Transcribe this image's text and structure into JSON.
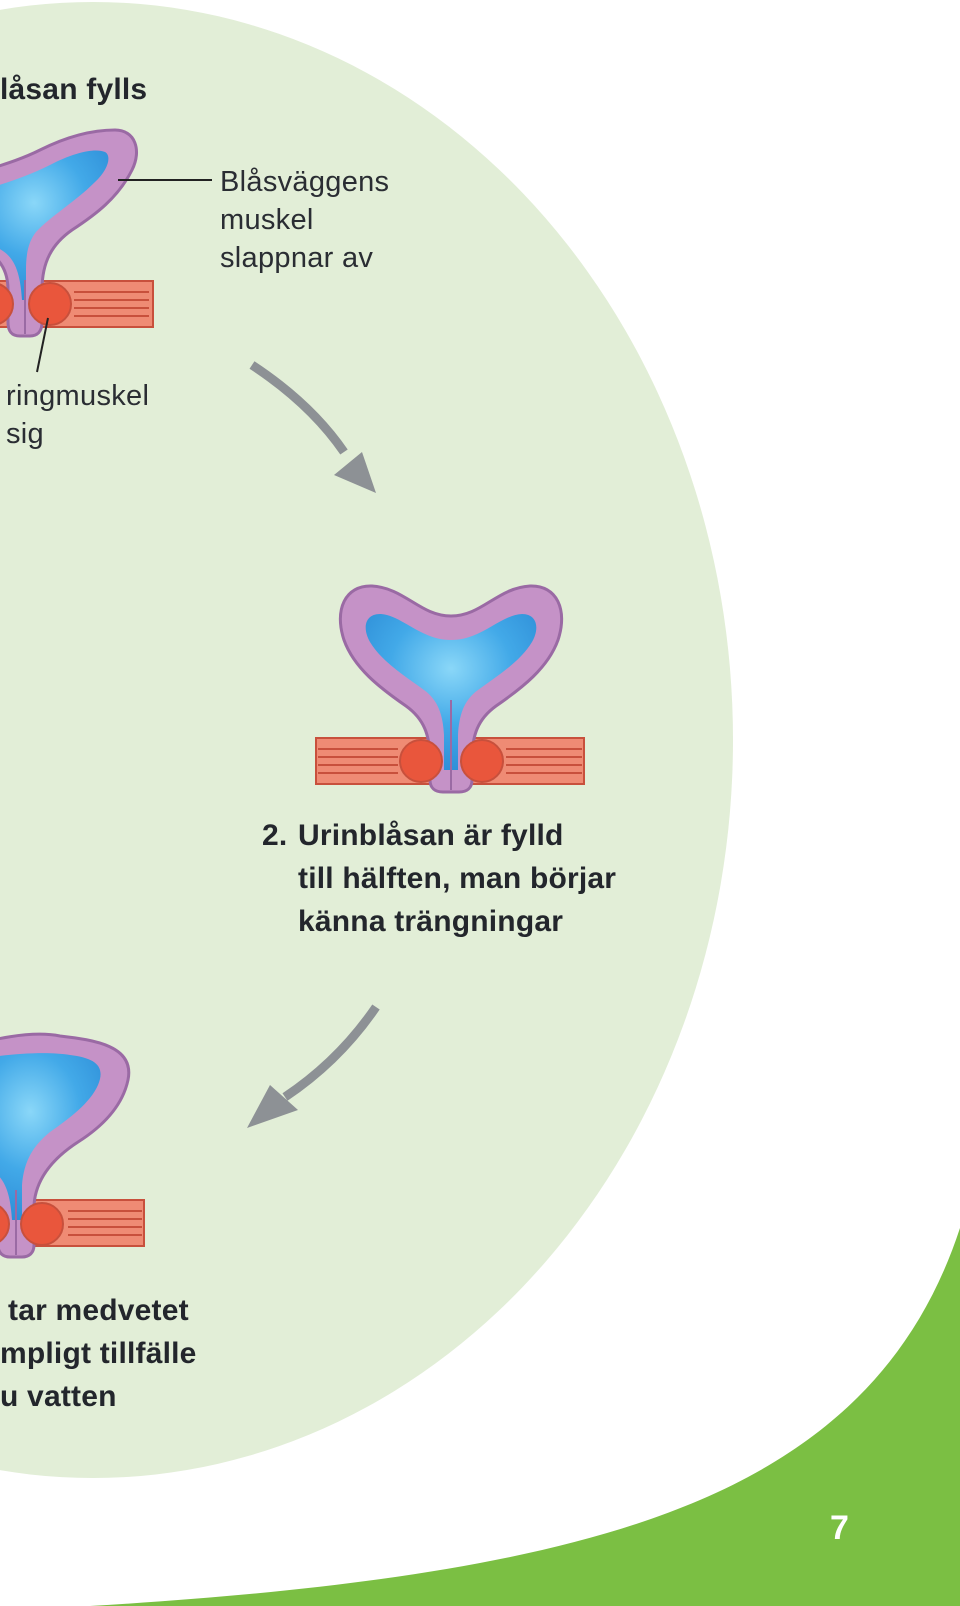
{
  "colors": {
    "circle_bg": "#e2eed7",
    "bladder_wall": "#c592c7",
    "bladder_outline": "#9a6aa4",
    "urine": "#3aa3e6",
    "urine_light": "#7fd0f7",
    "muscle": "#ef8b74",
    "muscle_outline": "#c8503c",
    "sphincter": "#e9563c",
    "arrow": "#8d9195",
    "green_band": "#7bbf43",
    "text": "#23262c"
  },
  "step1": {
    "title_fragment": "låsan fylls",
    "wall_label": [
      "Blåsväggens",
      "muskel",
      "slappnar av"
    ],
    "sphincter_label": [
      "ringmuskel",
      "sig"
    ],
    "icon": "bladder-filling-icon"
  },
  "step2": {
    "number": "2.",
    "lines": [
      "Urinblåsan är fylld",
      "till hälften, man börjar",
      "känna trängningar"
    ],
    "icon": "bladder-half-full-icon"
  },
  "step3": {
    "lines": [
      "tar medvetet",
      "mpligt tillfälle",
      "u vatten"
    ],
    "icon": "bladder-full-icon"
  },
  "page_number": "7"
}
